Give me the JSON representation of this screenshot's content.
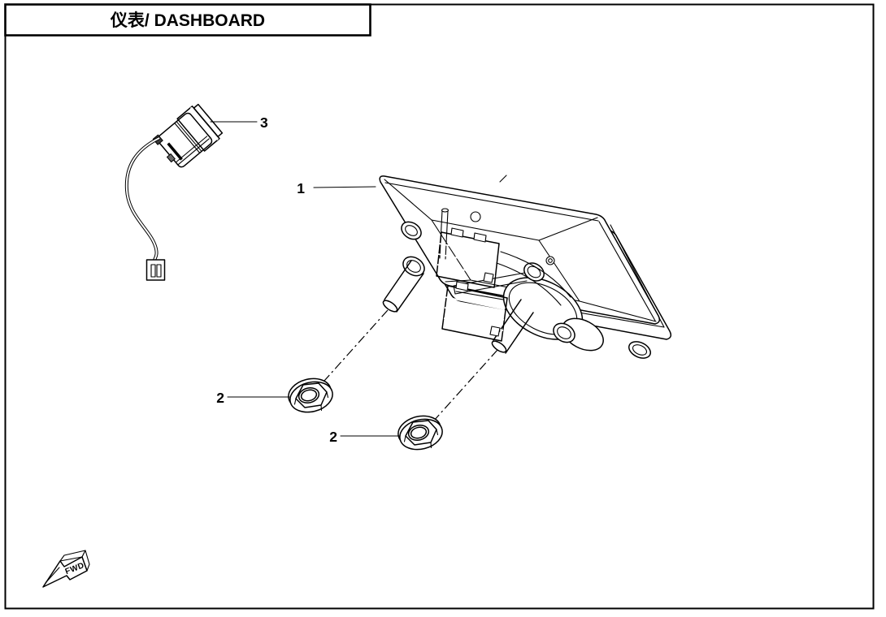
{
  "title_block": {
    "title": "仪表/ DASHBOARD"
  },
  "callouts": [
    {
      "number": "1"
    },
    {
      "number": "2"
    },
    {
      "number": "2"
    },
    {
      "number": "3"
    }
  ],
  "direction_indicator": {
    "label": "FWD"
  },
  "colors": {
    "line": "#000000",
    "background": "#ffffff"
  }
}
